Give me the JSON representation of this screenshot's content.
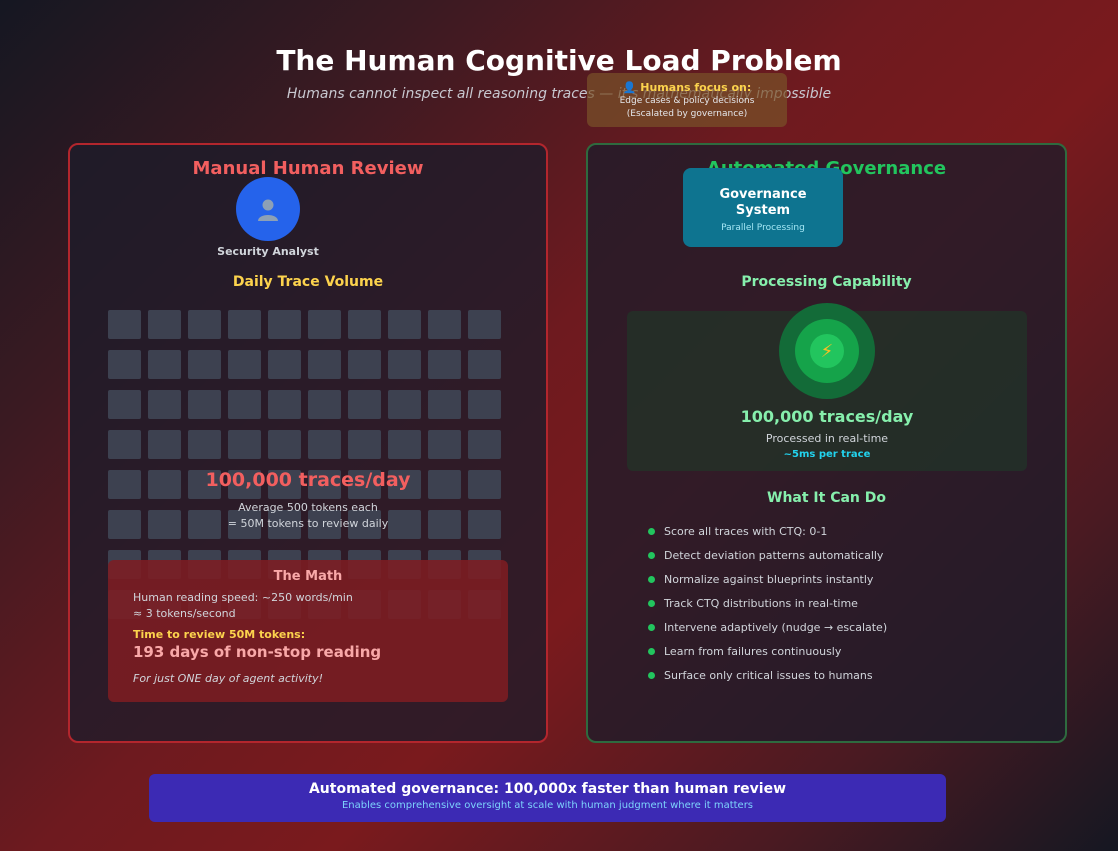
{
  "header": {
    "title": "The Human Cognitive Load Problem",
    "subtitle": "Humans cannot inspect all reasoning traces — it's mathematically impossible"
  },
  "human_focus": {
    "icon": "person-icon",
    "title": "Humans focus on:",
    "line1": "Edge cases & policy decisions",
    "line2": "(Escalated by governance)"
  },
  "manual": {
    "title": "Manual Human Review",
    "avatar_icon": "person-icon",
    "analyst_label": "Security Analyst",
    "volume_label": "Daily Trace Volume",
    "trace_count": "100,000 traces/day",
    "desc_line1": "Average 500 tokens each",
    "desc_line2": "= 50M tokens to review daily",
    "grid": {
      "columns": 10,
      "rows": 8
    },
    "math": {
      "title": "The Math",
      "line1": "Human reading speed: ~250 words/min",
      "line2": "≈ 3 tokens/second",
      "time_label": "Time to review 50M tokens:",
      "days": "193 days of non-stop reading",
      "note": "For just ONE day of agent activity!"
    }
  },
  "automated": {
    "title": "Automated Governance",
    "system_title_line1": "Governance",
    "system_title_line2": "System",
    "system_sub": "Parallel Processing",
    "capability_label": "Processing Capability",
    "bolt_icon": "lightning-icon",
    "trace_count": "100,000 traces/day",
    "desc": "Processed in real-time",
    "speed": "~5ms per trace",
    "cando_label": "What It Can Do",
    "capabilities": [
      "Score all traces with CTQ: 0-1",
      "Detect deviation patterns automatically",
      "Normalize against blueprints instantly",
      "Track CTQ distributions in real-time",
      "Intervene adaptively (nudge → escalate)",
      "Learn from failures continuously",
      "Surface only critical issues to humans"
    ]
  },
  "banner": {
    "title": "Automated governance: 100,000x faster than human review",
    "subtitle": "Enables comprehensive oversight at scale with human judgment where it matters"
  },
  "colors": {
    "accent_red": "#f25f5f",
    "accent_green": "#22c55e",
    "accent_yellow": "#fcd34d",
    "accent_cyan": "#22d3ee",
    "banner_purple": "#3c2ab4"
  }
}
